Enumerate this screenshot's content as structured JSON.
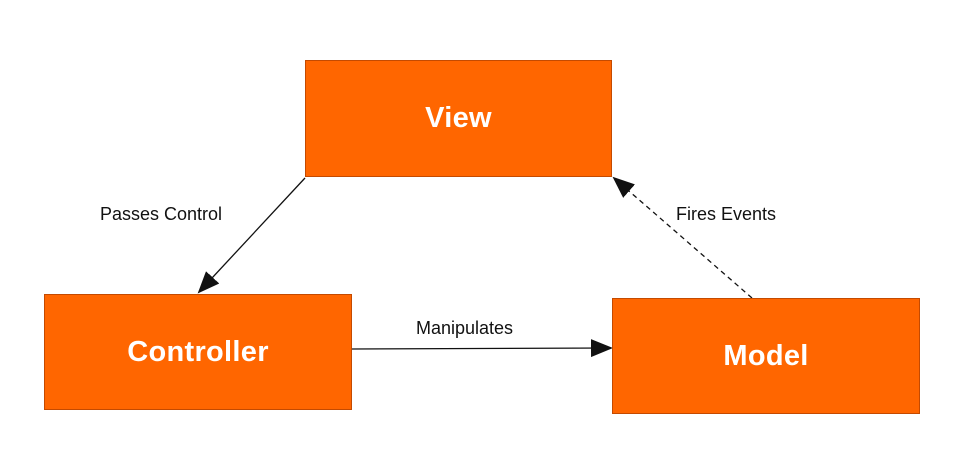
{
  "diagram": {
    "nodes": {
      "view": {
        "label": "View"
      },
      "controller": {
        "label": "Controller"
      },
      "model": {
        "label": "Model"
      }
    },
    "edges": {
      "passes_control": {
        "from": "view",
        "to": "controller",
        "label": "Passes Control",
        "style": "solid"
      },
      "fires_events": {
        "from": "model",
        "to": "view",
        "label": "Fires Events",
        "style": "dashed"
      },
      "manipulates": {
        "from": "controller",
        "to": "model",
        "label": "Manipulates",
        "style": "solid"
      }
    },
    "colors": {
      "node_fill": "#ff6600",
      "node_text": "#ffffff",
      "edge": "#111111"
    }
  }
}
